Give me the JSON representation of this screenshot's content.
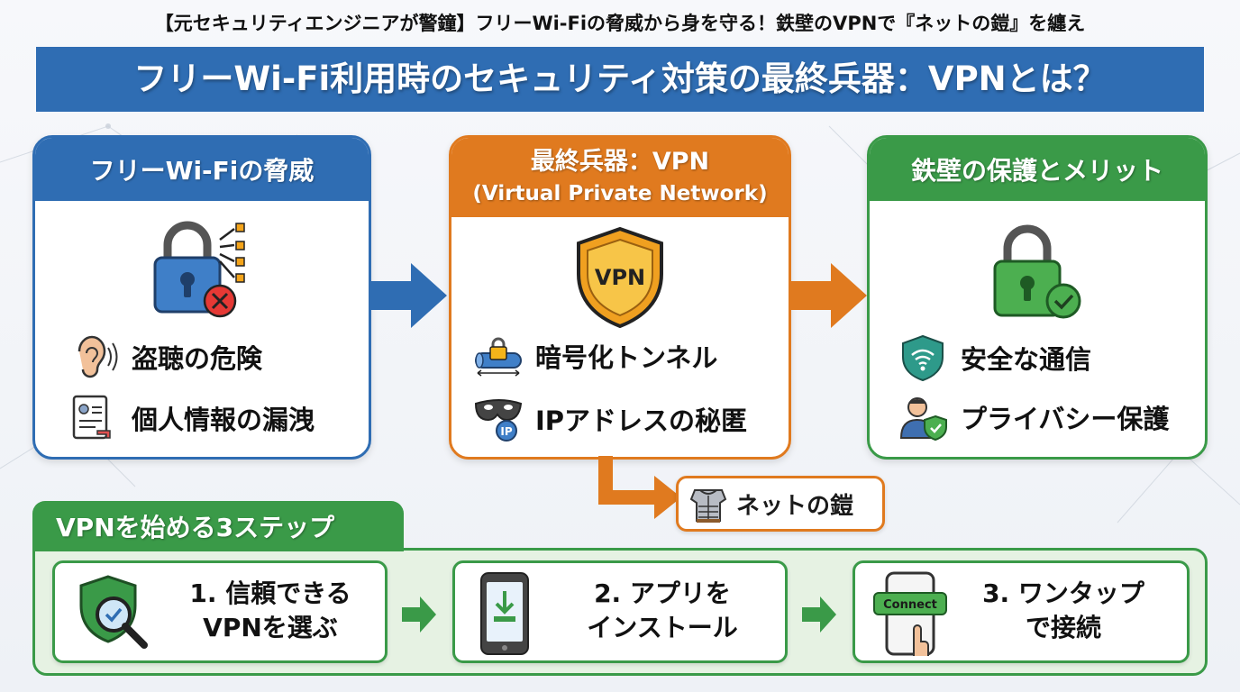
{
  "caption": "【元セキュリティエンジニアが警鐘】フリーWi-Fiの脅威から身を守る！鉄壁のVPNで『ネットの鎧』を纏え",
  "title": "フリーWi-Fi利用時のセキュリティ対策の最終兵器：VPNとは？",
  "threat_panel": {
    "heading": "フリーWi-Fiの脅威",
    "items": [
      "盗聴の危険",
      "個人情報の漏洩"
    ]
  },
  "vpn_panel": {
    "heading_line1": "最終兵器：VPN",
    "heading_line2": "(Virtual Private Network)",
    "shield_label": "VPN",
    "items": [
      "暗号化トンネル",
      "IPアドレスの秘匿"
    ],
    "ip_badge": "IP"
  },
  "merit_panel": {
    "heading": "鉄壁の保護とメリット",
    "items": [
      "安全な通信",
      "プライバシー保護"
    ]
  },
  "armor_label": "ネットの鎧",
  "steps": {
    "heading": "VPNを始める3ステップ",
    "items": [
      {
        "line1": "1. 信頼できる",
        "line2": "VPNを選ぶ"
      },
      {
        "line1": "2. アプリを",
        "line2": "インストール"
      },
      {
        "line1": "3. ワンタップ",
        "line2": "で接続"
      }
    ],
    "connect_label": "Connect"
  },
  "colors": {
    "blue": "#2f6db3",
    "orange": "#e07a1f",
    "green": "#3a9a48",
    "danger": "#e53935"
  }
}
